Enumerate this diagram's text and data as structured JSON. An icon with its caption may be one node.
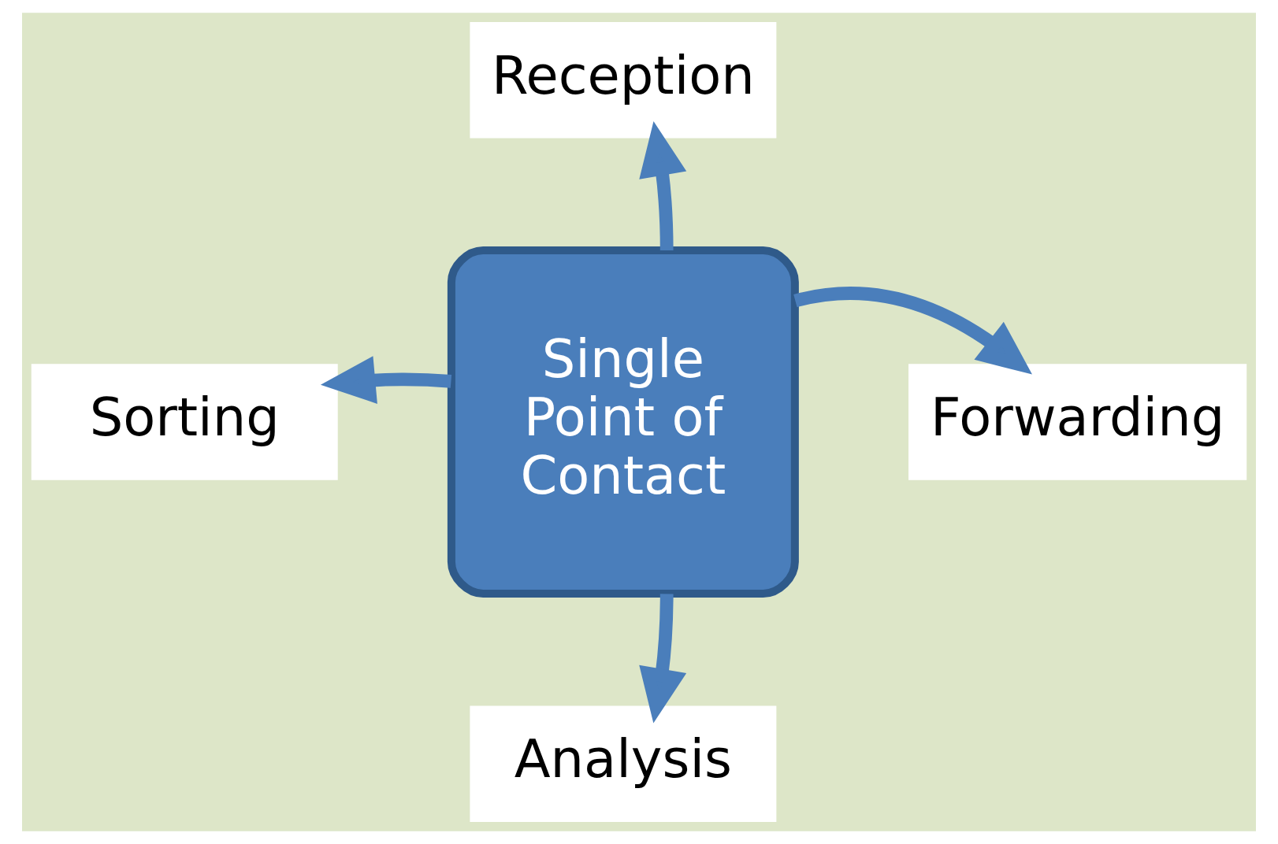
{
  "diagram": {
    "nodes": [
      {
        "text": [
          "Reception"
        ]
      },
      {
        "text": [
          "Sorting"
        ]
      },
      {
        "text": [
          "Single Point of Contact"
        ]
      },
      {
        "text": [
          "Forwarding"
        ]
      },
      {
        "text": [
          "Analysis"
        ]
      }
    ],
    "edges": [
      {
        "from": 2,
        "to": 0,
        "arrow": "to"
      },
      {
        "from": 2,
        "to": 1,
        "arrow": "to"
      },
      {
        "from": 2,
        "to": 3,
        "arrow": "to"
      },
      {
        "from": 2,
        "to": 4,
        "arrow": "to"
      }
    ]
  }
}
